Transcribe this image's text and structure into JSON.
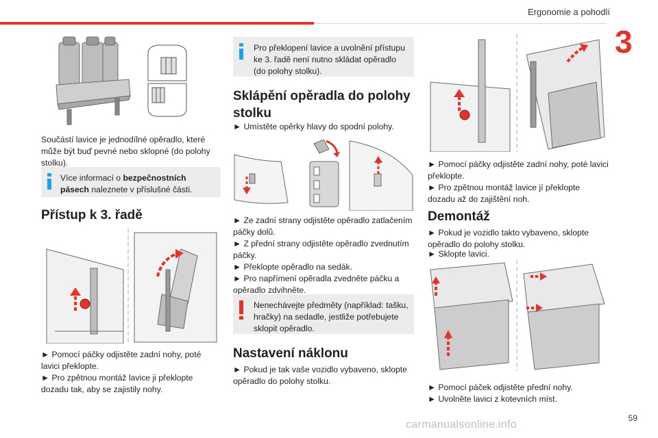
{
  "header": {
    "title": "Ergonomie a pohodlí",
    "chapter": "3"
  },
  "footer": {
    "page": "59",
    "watermark": "carmanualsonline.info"
  },
  "col1": {
    "p1": "Součástí lavice je jednodílné opěradlo, které může být buď pevné nebo sklopné (do polohy stolku).",
    "info": {
      "pre": "Více informací o ",
      "bold": "bezpečnostních pásech",
      "post": " naleznete v příslušné části."
    },
    "h2": "Přístup k 3. řadě",
    "p2": "► Pomocí páčky odjistěte zadní nohy, poté lavici překlopte.",
    "p3": "► Pro zpětnou montáž lavice ji překlopte dozadu tak, aby se zajistily nohy."
  },
  "col2": {
    "info": "Pro překlopení lavice a uvolnění přístupu ke 3. řadě není nutno skládat opěradlo (do polohy stolku).",
    "h2": "Sklápění opěradla do polohy stolku",
    "p1": "► Umístěte opěrky hlavy do spodní polohy.",
    "p2": "► Ze zadní strany odjistěte opěradlo zatlačením páčky dolů.",
    "p3": "► Z přední strany odjistěte opěradlo zvednutím páčky.",
    "p4": "► Překlopte opěradlo na sedák.",
    "p5": "► Pro napřímení opěradla zvedněte páčku a opěradlo zdvihněte.",
    "warn": "Nenechávejte předměty (například: tašku, hračky) na sedadle, jestliže potřebujete sklopit opěradlo.",
    "h2b": "Nastavení náklonu",
    "p6": "► Pokud je tak vaše vozidlo vybaveno, sklopte opěradlo do polohy stolku."
  },
  "col3": {
    "p1": "► Pomocí páčky odjistěte zadní nohy, poté lavici překlopte.",
    "p2": "► Pro zpětnou montáž lavice jí překlopte dozadu až do zajištění noh.",
    "h2": "Demontáž",
    "p3": "► Pokud je vozidlo takto vybaveno, sklopte opěradlo do polohy stolku.",
    "p4": "► Sklopte lavici.",
    "p5": "► Pomocí páček odjistěte přední nohy.",
    "p6": "► Uvolněte lavici z kotevních míst."
  },
  "colors": {
    "accent_red": "#e5322b",
    "info_blue": "#1aa3e8",
    "note_bg": "#ececec"
  }
}
